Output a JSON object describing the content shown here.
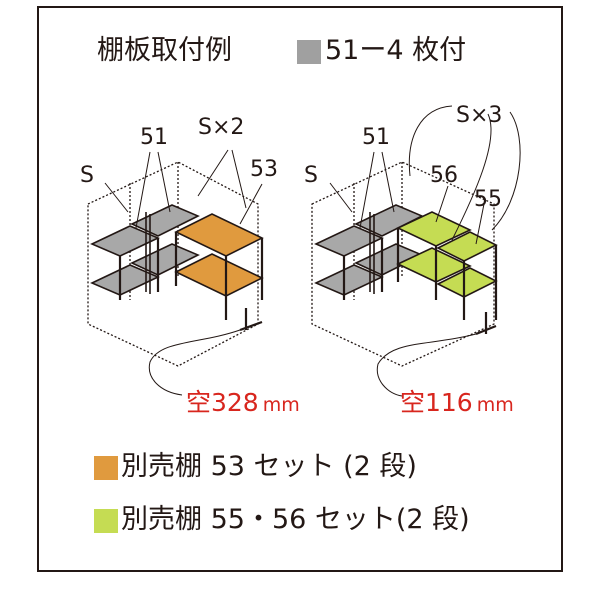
{
  "header": {
    "title": "棚板取付例",
    "spec_text": "51ー4 枚付",
    "spec_color": "#a0a0a0"
  },
  "left_unit": {
    "label_s": "S",
    "label_51": "51",
    "label_sx": "S×2",
    "label_53": "53",
    "clearance_value": "空328",
    "clearance_unit": "mm"
  },
  "right_unit": {
    "label_s": "S",
    "label_51": "51",
    "label_sx": "S×3",
    "label_56": "56",
    "label_55": "55",
    "clearance_value": "空116",
    "clearance_unit": "mm"
  },
  "legend": [
    {
      "text": "別売棚 53 セット (2 段)",
      "color": "#e09a3e"
    },
    {
      "text": "別売棚 55・56 セット(2 段)",
      "color": "#c5dc53"
    }
  ],
  "colors": {
    "line": "#231815",
    "shelf_gray": "#a8a8a8",
    "shelf_orange": "#e09a3e",
    "shelf_green": "#c5dc53",
    "dimension_red": "#d8261e"
  }
}
